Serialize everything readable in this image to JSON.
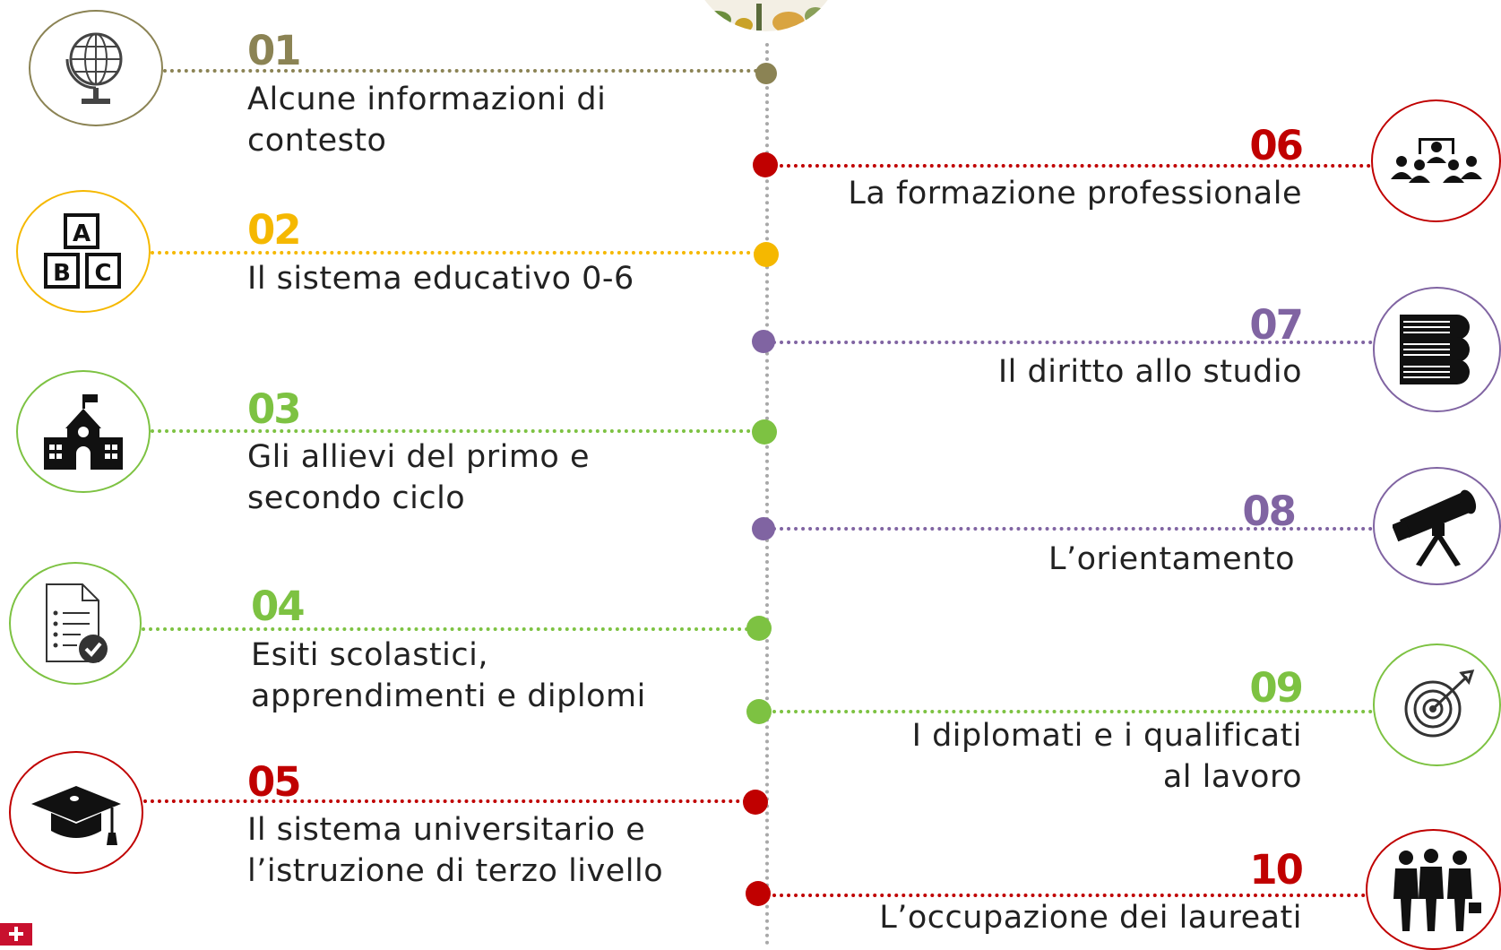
{
  "colors": {
    "olive": "#8b8354",
    "yellow": "#f5b800",
    "green": "#7dc242",
    "red": "#c00000",
    "purple": "#8064a2",
    "axis": "#a8a8a8"
  },
  "items": [
    {
      "num": "01",
      "label": "Alcune informazioni di\ncontesto",
      "color": "#8b8354",
      "icon": "globe-icon"
    },
    {
      "num": "02",
      "label": "Il sistema educativo 0-6",
      "color": "#f5b800",
      "icon": "abc-blocks-icon"
    },
    {
      "num": "03",
      "label": "Gli allievi del primo e\nsecondo ciclo",
      "color": "#7dc242",
      "icon": "school-building-icon"
    },
    {
      "num": "04",
      "label": "Esiti scolastici,\napprendimenti e diplomi",
      "color": "#7dc242",
      "icon": "document-check-icon"
    },
    {
      "num": "05",
      "label": "Il sistema universitario e\nl’istruzione di terzo livello",
      "color": "#c00000",
      "icon": "graduation-cap-icon"
    },
    {
      "num": "06",
      "label": "La formazione professionale",
      "color": "#c00000",
      "icon": "training-group-icon"
    },
    {
      "num": "07",
      "label": "Il diritto allo studio",
      "color": "#8064a2",
      "icon": "books-stack-icon"
    },
    {
      "num": "08",
      "label": "L’orientamento",
      "color": "#8064a2",
      "icon": "telescope-icon"
    },
    {
      "num": "09",
      "label": "I diplomati e i qualificati\nal lavoro",
      "color": "#7dc242",
      "icon": "target-dart-icon"
    },
    {
      "num": "10",
      "label": "L’occupazione dei laureati",
      "color": "#c00000",
      "icon": "business-people-icon"
    }
  ]
}
